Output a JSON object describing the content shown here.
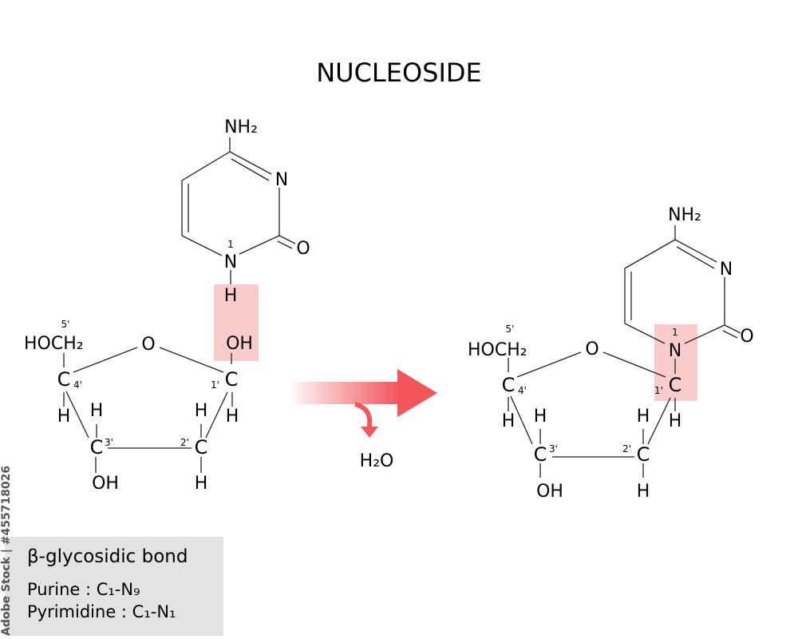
{
  "title": "NUCLEOSIDE",
  "reactant": {
    "base": {
      "nh2": "NH₂",
      "n3": "N",
      "o": "O",
      "n1": "N",
      "n1_pos": "1",
      "h": "H"
    },
    "sugar": {
      "hoch2": "HOCH₂",
      "pos5": "5'",
      "ring_o": "O",
      "oh1": "OH",
      "c1": "C",
      "pos1": "1'",
      "h_c1": "H",
      "c4": "C",
      "pos4": "4'",
      "h_c4": "H",
      "c3": "C",
      "pos3": "3'",
      "h_c3": "H",
      "oh3": "OH",
      "c2": "C",
      "pos2": "2'",
      "h_c2_top": "H",
      "h_c2_bottom": "H"
    }
  },
  "product": {
    "base": {
      "nh2": "NH₂",
      "n3": "N",
      "o": "O",
      "n1": "N",
      "n1_pos": "1"
    },
    "sugar": {
      "hoch2": "HOCH₂",
      "pos5": "5'",
      "ring_o": "O",
      "c1": "C",
      "pos1": "1'",
      "h_c1": "H",
      "c4": "C",
      "pos4": "4'",
      "h_c4": "H",
      "c3": "C",
      "pos3": "3'",
      "h_c3": "H",
      "oh3": "OH",
      "c2": "C",
      "pos2": "2'",
      "h_c2_top": "H",
      "h_c2_bottom": "H"
    }
  },
  "byproduct": "H₂O",
  "info": {
    "line1": "β-glycosidic bond",
    "line2": "Purine : C₁-N₉",
    "line3": "Pyrimidine : C₁-N₁"
  },
  "watermark": "Adobe Stock | #455718026",
  "colors": {
    "highlight": "#f9cccc",
    "arrow": "#f2555a",
    "box": "#e3e3e3"
  }
}
